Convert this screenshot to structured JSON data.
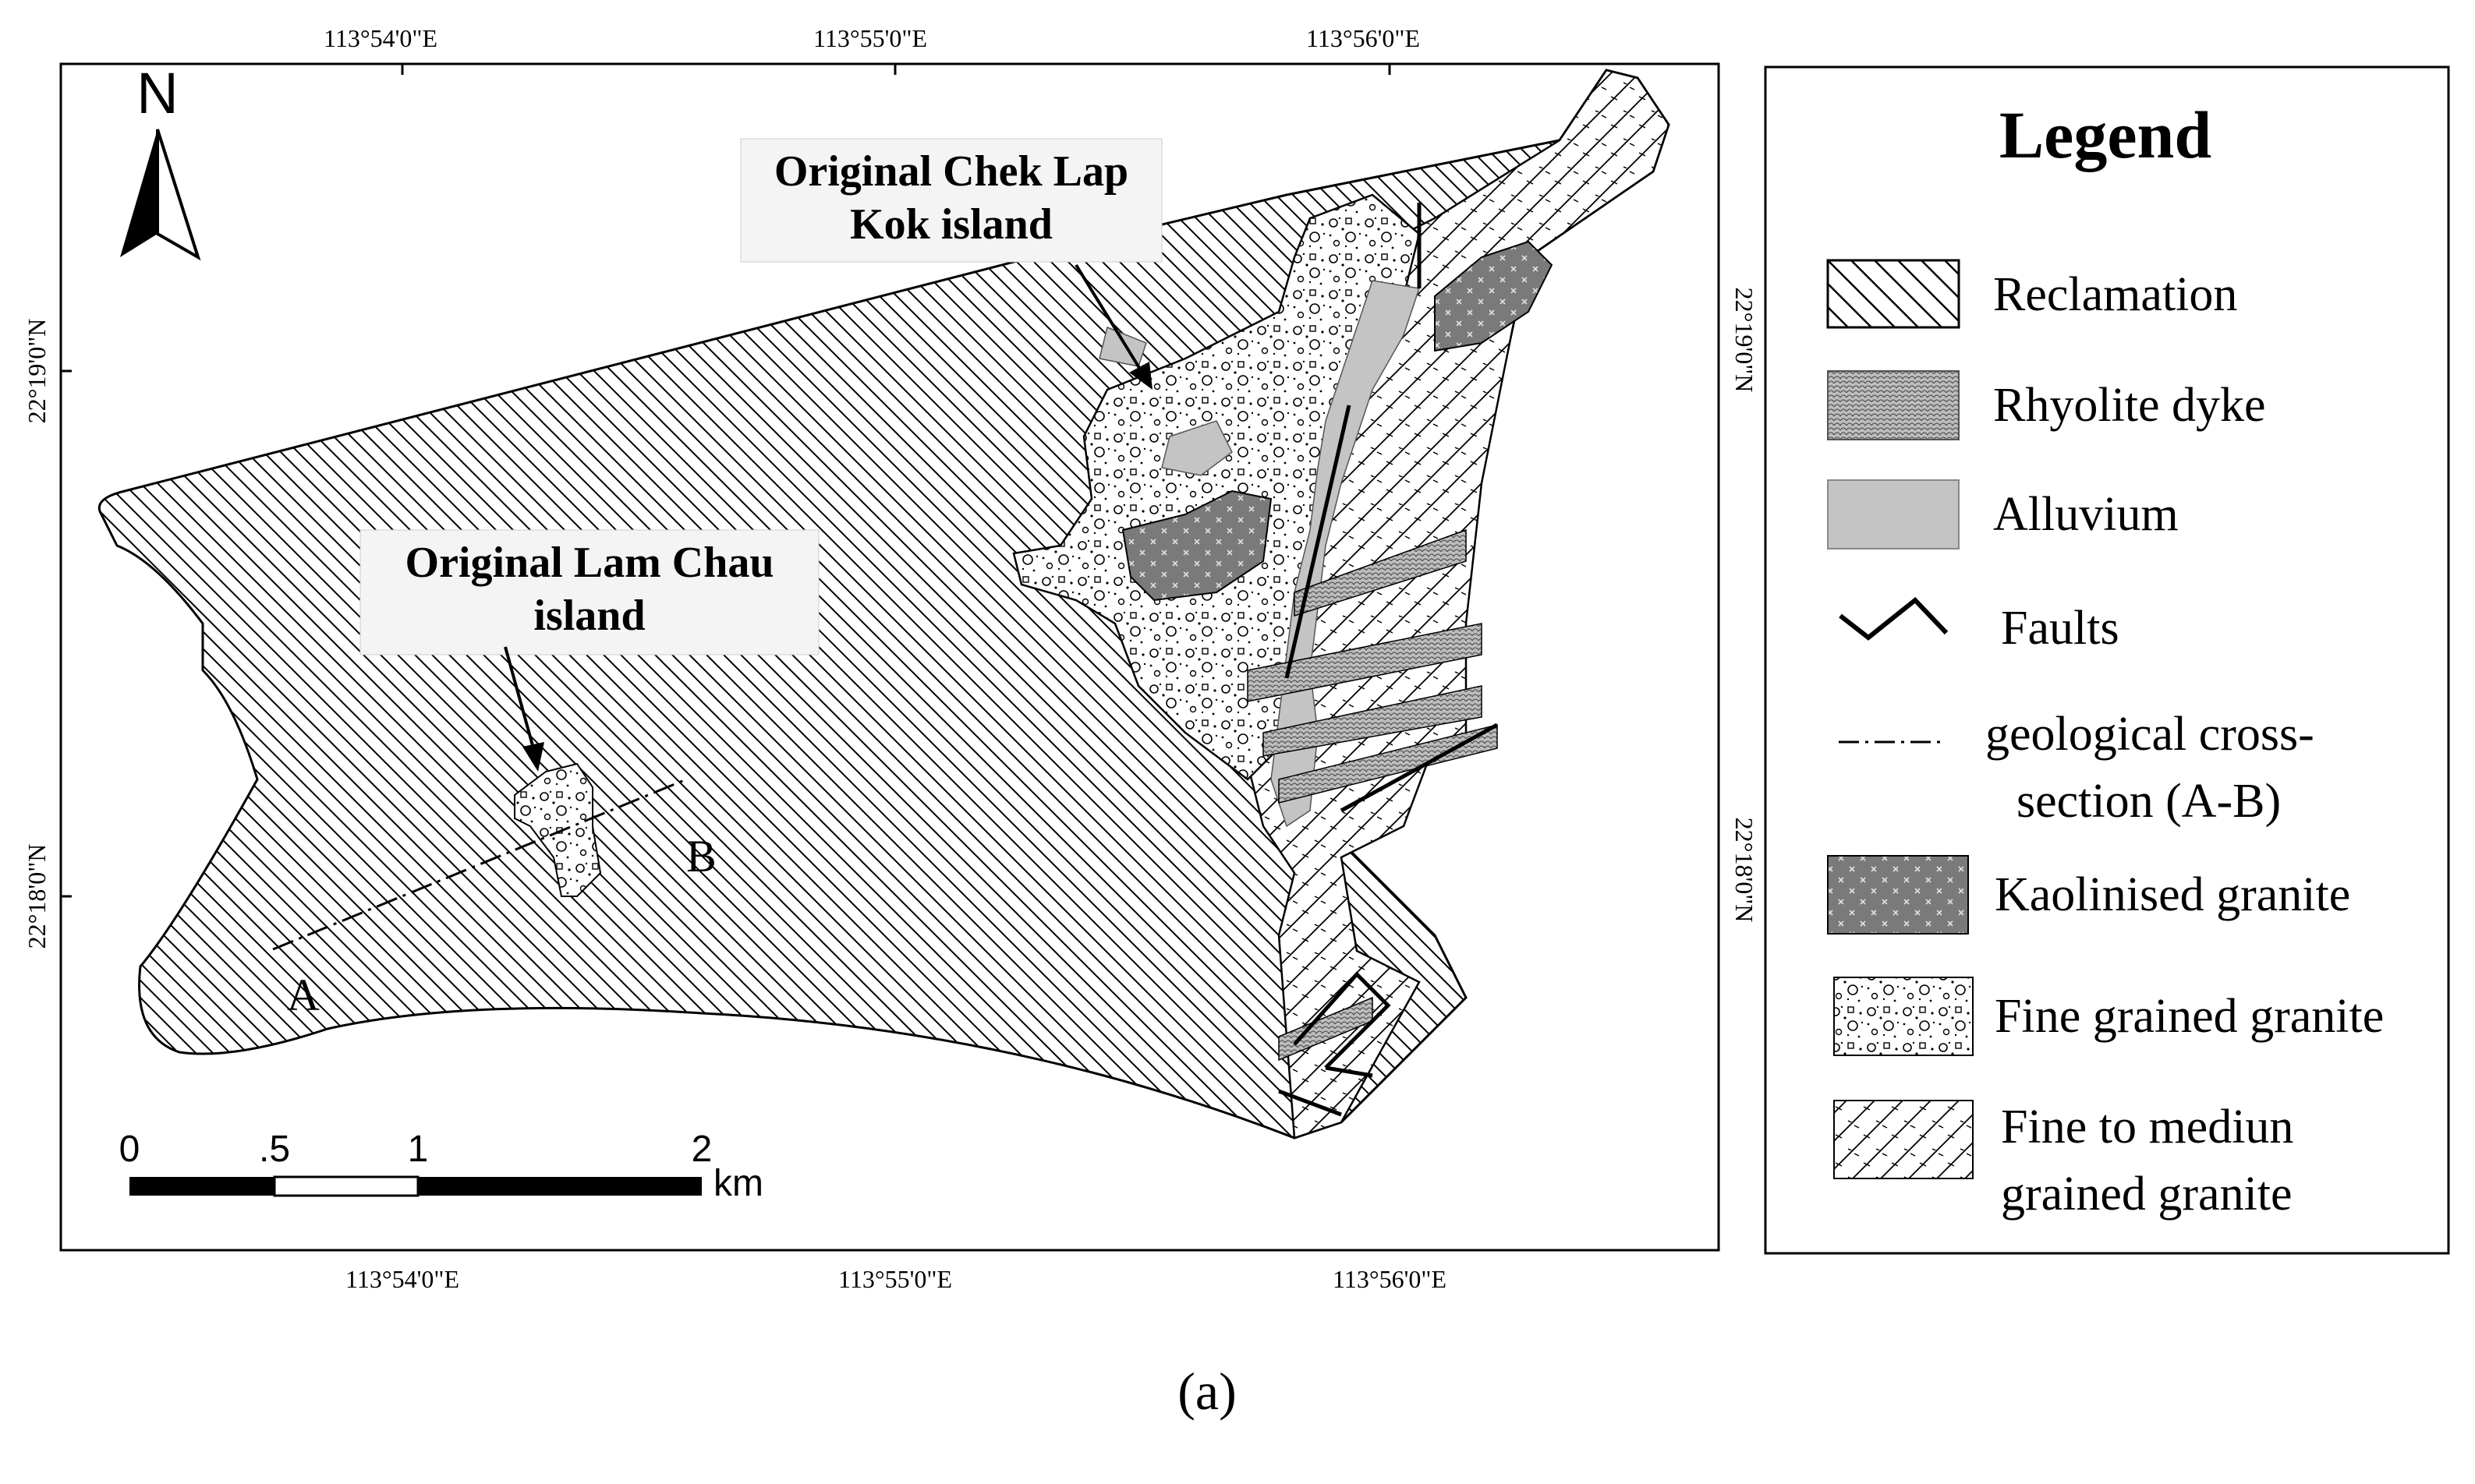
{
  "map": {
    "top_longitudes": [
      "113°54'0\"E",
      "113°55'0\"E",
      "113°56'0\"E"
    ],
    "bottom_longitudes": [
      "113°54'0\"E",
      "113°55'0\"E",
      "113°56'0\"E"
    ],
    "left_latitudes": [
      "22°19'0\"N",
      "22°18'0\"N"
    ],
    "right_latitudes": [
      "22°19'0\"N",
      "22°18'0\"N"
    ],
    "north_label": "N",
    "callouts": {
      "chek_lap_kok": [
        "Original Chek Lap",
        "Kok island"
      ],
      "lam_chau": [
        "Original Lam Chau",
        "island"
      ]
    },
    "section_labels": {
      "a": "A",
      "b": "B"
    },
    "scale_bar": {
      "ticks": [
        "0",
        ".5",
        "1",
        "2"
      ],
      "unit": "km"
    }
  },
  "legend": {
    "title": "Legend",
    "items": [
      {
        "key": "reclamation",
        "lines": [
          "Reclamation"
        ]
      },
      {
        "key": "rhyolite",
        "lines": [
          "Rhyolite dyke"
        ]
      },
      {
        "key": "alluvium",
        "lines": [
          "Alluvium"
        ]
      },
      {
        "key": "faults",
        "lines": [
          "Faults"
        ]
      },
      {
        "key": "section",
        "lines": [
          "geological cross-",
          "section (A-B)"
        ]
      },
      {
        "key": "kaolinised",
        "lines": [
          "Kaolinised granite"
        ]
      },
      {
        "key": "fine",
        "lines": [
          "Fine grained granite"
        ]
      },
      {
        "key": "finemed",
        "lines": [
          "Fine to mediun",
          "grained granite"
        ]
      }
    ]
  },
  "caption": "(a)",
  "colors": {
    "alluvium": "#c4c4c4",
    "kaolinised": "#7a7a7a",
    "rhyolite": "#a8a8a8",
    "line": "#000000"
  }
}
